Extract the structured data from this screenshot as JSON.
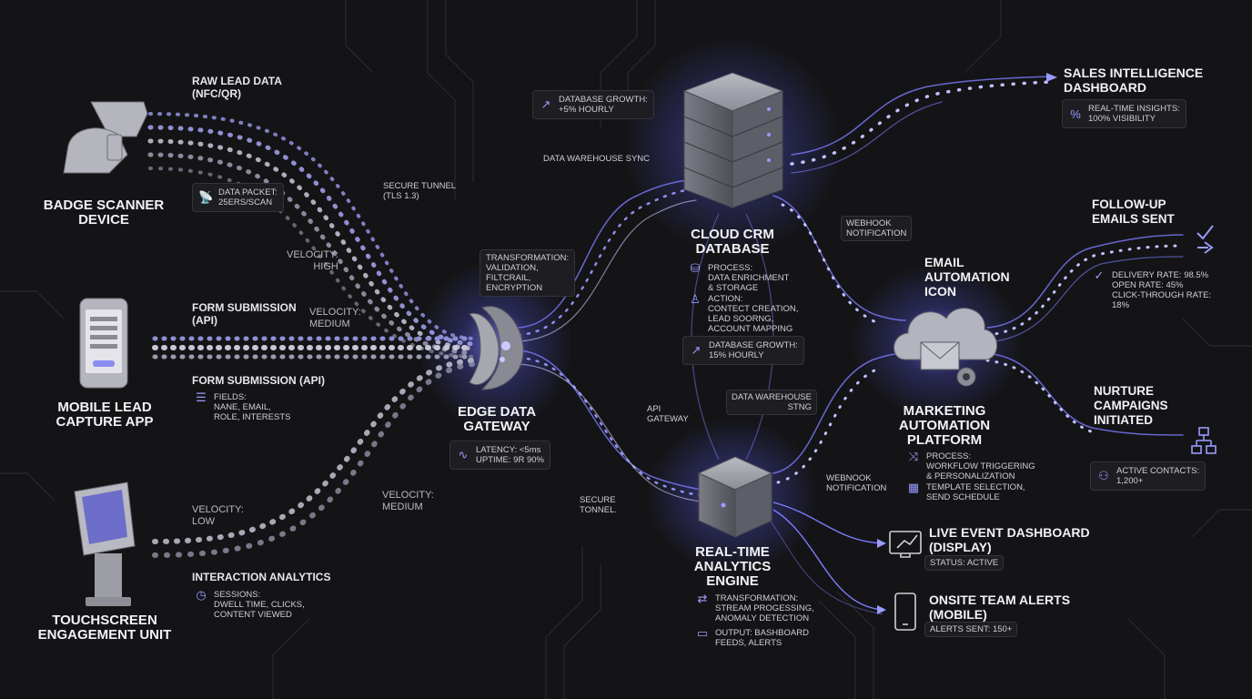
{
  "sources": {
    "badge": {
      "title_line1": "BADGE SCANNER",
      "title_line2": "DEVICE",
      "stream_label_1": "RAW LEAD DATA",
      "stream_label_2": "(NFC/QR)",
      "packet_1": "DATA PACKET:",
      "packet_2": "25ERS/SCAN",
      "velocity_1": "VELOCITY:",
      "velocity_2": "HIGH"
    },
    "mobile": {
      "title_line1": "MOBILE LEAD",
      "title_line2": "CAPTURE APP",
      "stream_label_1": "FORM SUBMISSION",
      "stream_label_2": "(API)",
      "velocity_1": "VELOCITY:",
      "velocity_2": "MEDIUM",
      "sub_label": "FORM SUBMISSION (API)",
      "fields_1": "FIELDS:",
      "fields_2": "NANE, EMAIL,",
      "fields_3": "ROLE, INTERESTS"
    },
    "touch": {
      "title_line1": "TOUCHSCREEN",
      "title_line2": "ENGAGEMENT UNIT",
      "velocity_1": "VELOCITY:",
      "velocity_2": "LOW",
      "velocity_b1": "VELOCITY:",
      "velocity_b2": "MEDIUM",
      "sub_label": "INTERACTION ANALYTICS",
      "sessions_1": "SESSIONS:",
      "sessions_2": "DWELL TIME, CLICKS,",
      "sessions_3": "CONTENT VIEWED"
    }
  },
  "secure_tunnel_1": "SECURE TUNNEL",
  "secure_tunnel_2": "(TLS 1.3)",
  "gateway": {
    "title_line1": "EDGE DATA",
    "title_line2": "GATEWAY",
    "transform_1": "TRANSFORMATION:",
    "transform_2": "VALIDATION,",
    "transform_3": "FILTCRAIL,",
    "transform_4": "ENCRYPTION",
    "latency_1": "LATENCY: <5ms",
    "latency_2": "UPTIME: 9R 90%"
  },
  "crm": {
    "title_line1": "CLOUD CRM",
    "title_line2": "DATABASE",
    "growth_top_1": "DATABASE GROWTH:",
    "growth_top_2": "+5% HOURLY",
    "warehouse_sync": "DATA WAREHOUSE SYNC",
    "process_1": "PROCESS:",
    "process_2": "DATA ENRICHMENT",
    "process_3": "& STORAGE",
    "action_1": "ACTION:",
    "action_2": "CONTECT CREATION,",
    "action_3": "LEAD SOORNG,",
    "action_4": "ACCOUNT MAPPING",
    "growth_1": "DATABASE GROWTH:",
    "growth_2": "15% HOURLY",
    "webhook_1": "WEBHOOK",
    "webhook_2": "NOTIFICATION"
  },
  "analytics": {
    "title_line1": "REAL-TIME",
    "title_line2": "ANALYTICS",
    "title_line3": "ENGINE",
    "api_gateway_1": "API",
    "api_gateway_2": "GATEWAY",
    "secure_1": "SECURE",
    "secure_2": "TONNEL.",
    "warehouse_1": "DATA WAREHOUSE",
    "warehouse_2": "STNG",
    "webhook_1": "WEBNOOK",
    "webhook_2": "NOTIFICATION",
    "transform_1": "TRANSFORMATION:",
    "transform_2": "STREAM PROGESSING,",
    "transform_3": "ANOMALY DETECTION",
    "output_1": "OUTPUT: BASHBOARD",
    "output_2": "FEEDS, ALERTS"
  },
  "marketing": {
    "icon_label_1": "EMAIL",
    "icon_label_2": "AUTOMATION",
    "icon_label_3": "ICON",
    "title_line1": "MARKETING",
    "title_line2": "AUTOMATION",
    "title_line3": "PLATFORM",
    "process_1": "PROCESS:",
    "process_2": "WORKFLOW TRIGGERING",
    "process_3": "& PERSONALIZATION",
    "template_1": "TEMPLATE SELECTION,",
    "template_2": "SEND SCHEDULE"
  },
  "outputs": {
    "sales_1": "SALES INTELLIGENCE",
    "sales_2": "DASHBOARD",
    "sales_info_1": "REAL-TIME INSIGHTS:",
    "sales_info_2": "100% VISIBILITY",
    "followup_1": "FOLLOW-UP",
    "followup_2": "EMAILS SENT",
    "delivery_1": "DELIVERY RATE: 98.5%",
    "delivery_2": "OPEN RATE: 45%",
    "delivery_3": "CLICK-THROUGH RATE:",
    "delivery_4": "18%",
    "nurture_1": "NURTURE",
    "nurture_2": "CAMPAIGNS",
    "nurture_3": "INITIATED",
    "contacts_1": "ACTIVE CONTACTS:",
    "contacts_2": "1,200+",
    "live_1": "LIVE EVENT DASHBOARD",
    "live_2": "(DISPLAY)",
    "live_status": "STATUS: ACTIVE",
    "alerts_1": "ONSITE TEAM ALERTS",
    "alerts_2": "(MOBILE)",
    "alerts_sent": "ALERTS SENT: 150+"
  },
  "colors": {
    "accent": "#7b7cff",
    "glow": "#5b5cf0",
    "background": "#141416"
  }
}
